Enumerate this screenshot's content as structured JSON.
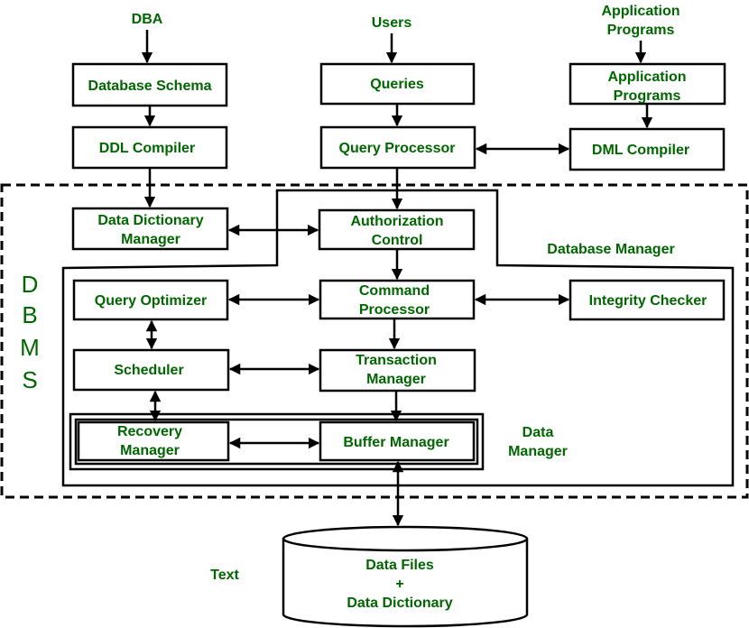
{
  "external": {
    "dba": "DBA",
    "users": "Users",
    "app_programs_line1": "Application",
    "app_programs_line2": "Programs"
  },
  "boxes": {
    "database_schema": "Database Schema",
    "queries": "Queries",
    "application_programs_line1": "Application",
    "application_programs_line2": "Programs",
    "ddl_compiler": "DDL Compiler",
    "query_processor": "Query Processor",
    "dml_compiler": "DML Compiler",
    "data_dictionary_manager_line1": "Data Dictionary",
    "data_dictionary_manager_line2": "Manager",
    "authorization_control_line1": "Authorization",
    "authorization_control_line2": "Control",
    "query_optimizer": "Query Optimizer",
    "command_processor_line1": "Command",
    "command_processor_line2": "Processor",
    "integrity_checker": "Integrity Checker",
    "scheduler": "Scheduler",
    "transaction_manager_line1": "Transaction",
    "transaction_manager_line2": "Manager",
    "recovery_manager_line1": "Recovery",
    "recovery_manager_line2": "Manager",
    "buffer_manager": "Buffer Manager"
  },
  "regions": {
    "database_manager": "Database Manager",
    "data_manager_line1": "Data",
    "data_manager_line2": "Manager",
    "dbms_letters": [
      "D",
      "B",
      "M",
      "S"
    ]
  },
  "storage": {
    "line1": "Data Files",
    "line2": "+",
    "line3": "Data Dictionary"
  },
  "misc": {
    "text_label": "Text"
  }
}
